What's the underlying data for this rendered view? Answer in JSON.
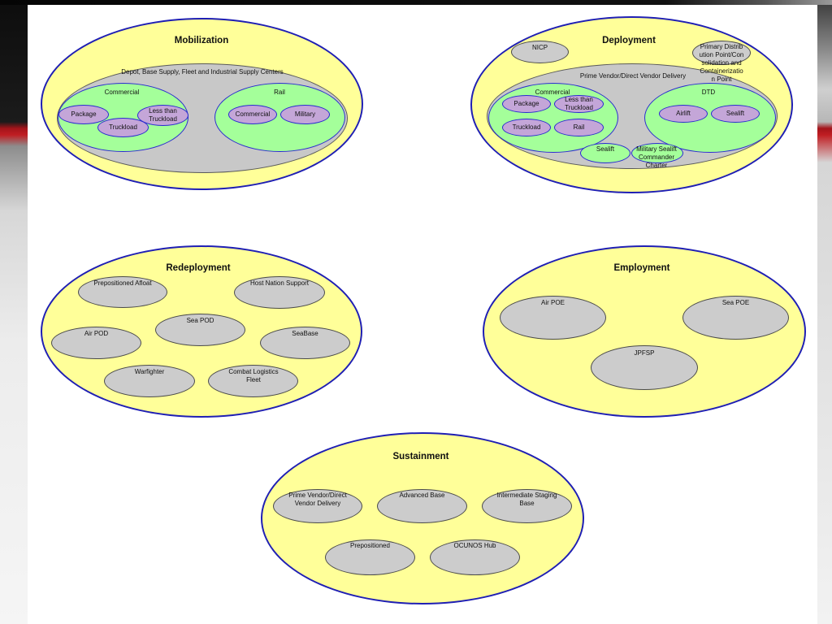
{
  "mobilization": {
    "title": "Mobilization",
    "group_label": "Depot, Base Supply, Fleet and Industrial Supply Centers",
    "commercial": {
      "label": "Commercial",
      "package": "Package",
      "ltl": "Less than Truckload",
      "truckload": "Truckload"
    },
    "rail": {
      "label": "Rail",
      "commercial": "Commercial",
      "military": "Military"
    }
  },
  "deployment": {
    "title": "Deployment",
    "nicp": "NICP",
    "primary_distribution": "Primary Distribution Point/Consolidation and Containerization Point",
    "group_label": "Prime Vendor/Direct Vendor Delivery",
    "dtd": "DTD",
    "commercial": {
      "label": "Commercial",
      "package": "Package",
      "ltl": "Less than Truckload",
      "truckload": "Truckload",
      "rail": "Rail"
    },
    "air_sea": {
      "airlift": "Airlift",
      "sealift": "Sealift"
    },
    "sealift": "Sealift",
    "military_sealift": "Military Sealift Commander Charter"
  },
  "redeployment": {
    "title": "Redeployment",
    "nodes": {
      "prepositioned_afloat": "Prepositioned Afloat",
      "host_nation_support": "Host Nation Support",
      "sea_pod": "Sea POD",
      "air_pod": "Air POD",
      "seabase": "SeaBase",
      "warfighter": "Warfighter",
      "combat_logistics_fleet": "Combat Logistics Fleet"
    }
  },
  "employment": {
    "title": "Employment",
    "nodes": {
      "air_poe": "Air POE",
      "sea_poe": "Sea POE",
      "jpfsp": "JPFSP"
    }
  },
  "sustainment": {
    "title": "Sustainment",
    "nodes": {
      "prime_vendor": "Prime Vendor/Direct Vendor Delivery",
      "advanced_base": "Advanced Base",
      "intermediate_staging_base": "Intermediate Staging Base",
      "prepositioned": "Prepositioned",
      "oconus_hub": "OCUNOS Hub"
    }
  },
  "colors": {
    "outer_fill": "#ffff99",
    "outer_border": "#1f1fb4",
    "group_gray": "#c8c8c8",
    "group_green": "#a4ff9a",
    "node_purple": "#c4a6d8",
    "node_gray": "#cccccc",
    "accent_red": "#c01d22"
  }
}
